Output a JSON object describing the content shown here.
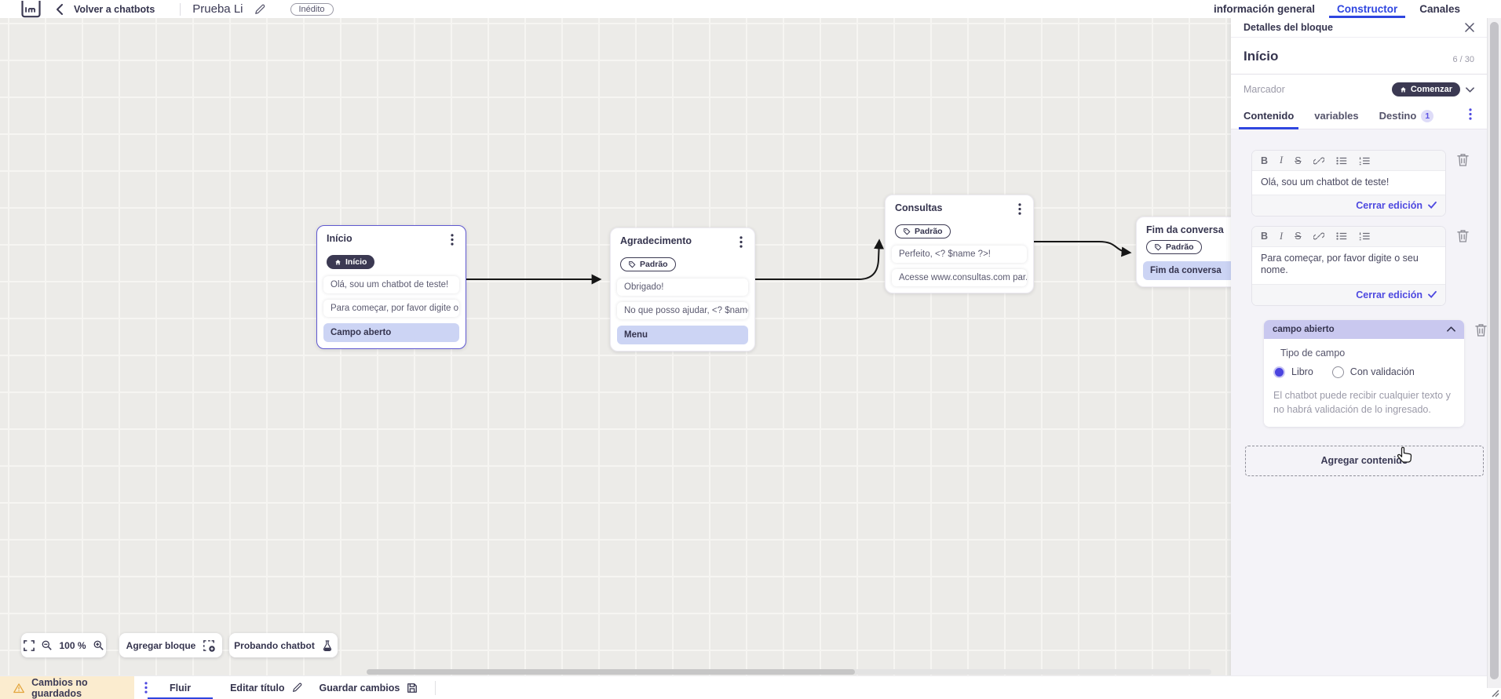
{
  "topbar": {
    "back_label": "Volver a chatbots",
    "title": "Prueba Li",
    "status_badge": "Inédito",
    "tabs": [
      {
        "label": "información general",
        "active": false
      },
      {
        "label": "Constructor",
        "active": true
      },
      {
        "label": "Canales",
        "active": false
      }
    ]
  },
  "canvas": {
    "zoom_level": "100 %",
    "add_block_label": "Agregar bloque",
    "test_chatbot_label": "Probando chatbot",
    "nodes": [
      {
        "title": "Início",
        "badge": "Início",
        "rows": [
          {
            "text": "Olá, sou um chatbot de teste!",
            "type": "text"
          },
          {
            "text": "Para começar, por favor digite o ...",
            "type": "text"
          },
          {
            "text": "Campo aberto",
            "type": "action"
          }
        ]
      },
      {
        "title": "Agradecimento",
        "badge": "Padrão",
        "rows": [
          {
            "text": "Obrigado!",
            "type": "text"
          },
          {
            "text": "No que posso ajudar, <? $name ...",
            "type": "text"
          },
          {
            "text": "Menu",
            "type": "action"
          }
        ]
      },
      {
        "title": "Consultas",
        "badge": "Padrão",
        "rows": [
          {
            "text": "Perfeito, <? $name ?>!",
            "type": "text"
          },
          {
            "text": "Acesse www.consultas.com par...",
            "type": "text"
          }
        ]
      },
      {
        "title": "Fim da conversa",
        "badge": "Padrão",
        "rows": [
          {
            "text": "Fim da conversa",
            "type": "action"
          }
        ]
      }
    ]
  },
  "panel": {
    "header": "Detalles del bloque",
    "block_title": "Início",
    "counter": "6 / 30",
    "marker_label": "Marcador",
    "marker_button": "Comenzar",
    "tabs": [
      {
        "label": "Contenido",
        "active": true
      },
      {
        "label": "variables",
        "active": false
      },
      {
        "label": "Destino",
        "active": false,
        "badge": "1"
      }
    ],
    "editors": [
      {
        "text": "Olá, sou um chatbot de teste!",
        "close_label": "Cerrar edición"
      },
      {
        "text": "Para começar, por favor digite o seu nome.",
        "close_label": "Cerrar edición"
      }
    ],
    "open_field": {
      "header": "campo abierto",
      "type_label": "Tipo de campo",
      "option_free": "Libro",
      "option_validation": "Con validación",
      "selected_option": "Libro",
      "description": "El chatbot puede recibir cualquier texto y no habrá validación de lo ingresado."
    },
    "add_content_label": "Agregar contenido"
  },
  "bottombar": {
    "unsaved_label": "Cambios no guardados",
    "flow_tab": "Fluir",
    "edit_title_label": "Editar título",
    "save_label": "Guardar cambios"
  },
  "icons": {
    "bold": "B",
    "italic": "I",
    "strike": "S"
  },
  "colors": {
    "accent_blue": "#2f46e0",
    "link_purple": "#4e49e0",
    "dark_navy": "#3b3952",
    "row_purple": "#ccd4f4",
    "panel_bg": "#f4f3f8",
    "unsaved_bg": "#fbeccf",
    "warning": "#e3a53c"
  }
}
